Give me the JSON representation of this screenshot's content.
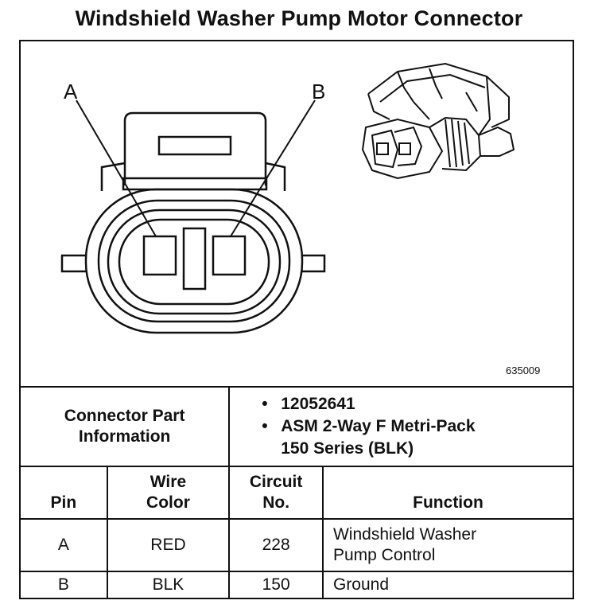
{
  "title": "Windshield Washer Pump Motor Connector",
  "figure_number": "635009",
  "pin_labels": {
    "a": "A",
    "b": "B"
  },
  "connector_info": {
    "label_line1": "Connector Part",
    "label_line2": "Information",
    "items": [
      "12052641",
      "ASM 2-Way F Metri-Pack",
      "150 Series (BLK)"
    ]
  },
  "table": {
    "headers": {
      "pin": "Pin",
      "wire_color_1": "Wire",
      "wire_color_2": "Color",
      "circuit_1": "Circuit",
      "circuit_2": "No.",
      "function": "Function"
    },
    "rows": [
      {
        "pin": "A",
        "wire_color": "RED",
        "circuit": "228",
        "function_1": "Windshield Washer",
        "function_2": "Pump Control"
      },
      {
        "pin": "B",
        "wire_color": "BLK",
        "circuit": "150",
        "function_1": "Ground",
        "function_2": ""
      }
    ]
  }
}
